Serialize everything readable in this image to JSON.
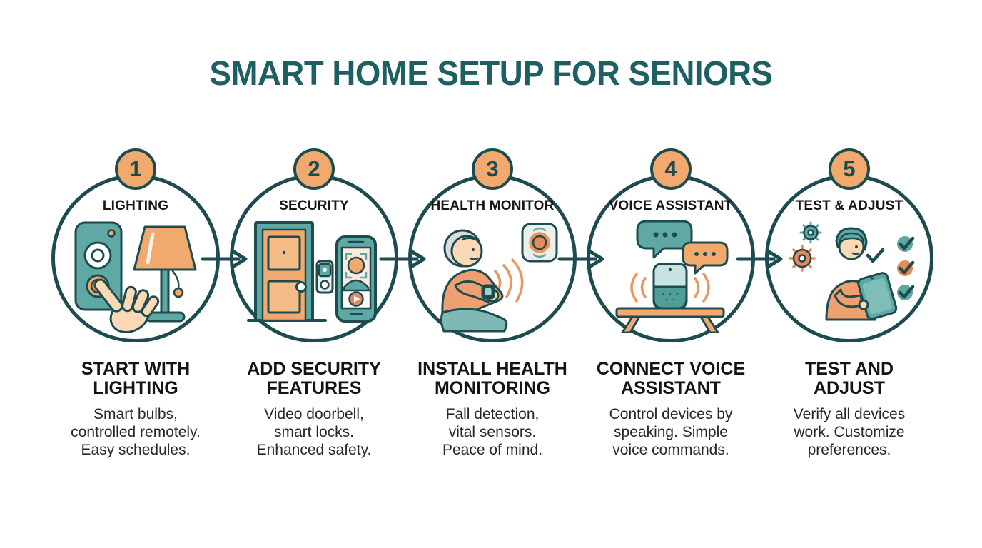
{
  "title": "SMART HOME SETUP FOR SENIORS",
  "colors": {
    "outline": "#1D4C50",
    "title": "#1E5F63",
    "tealMid": "#5FA8A4",
    "tealLight": "#C8E4E0",
    "orange": "#F2A96E",
    "orangeLight": "#F6BC88",
    "orangeDeep": "#E8895B",
    "skin": "#FBD9B7",
    "gray": "#EDEFEA",
    "hair": "#D8DCDA",
    "waves": "#E9975E",
    "text": "#161616",
    "textSoft": "#272727",
    "paper": "#FFFFFF"
  },
  "icons": {
    "step1": "lighting-icon",
    "step2": "security-icon",
    "step3": "health-monitor-icon",
    "step4": "voice-assistant-icon",
    "step5": "test-adjust-icon",
    "connector": "arrow-right-icon"
  },
  "steps": [
    {
      "number": "1",
      "label": "LIGHTING",
      "heading_lines": [
        "START WITH",
        "LIGHTING"
      ],
      "body_lines": [
        "Smart bulbs,",
        "controlled remotely.",
        "Easy schedules."
      ]
    },
    {
      "number": "2",
      "label": "SECURITY",
      "heading_lines": [
        "ADD SECURITY",
        "FEATURES"
      ],
      "body_lines": [
        "Video doorbell,",
        "smart locks.",
        "Enhanced safety."
      ]
    },
    {
      "number": "3",
      "label": "HEALTH MONITOR",
      "heading_lines": [
        "INSTALL HEALTH",
        "MONITORING"
      ],
      "body_lines": [
        "Fall detection,",
        "vital sensors.",
        "Peace of mind."
      ]
    },
    {
      "number": "4",
      "label": "VOICE ASSISTANT",
      "heading_lines": [
        "CONNECT VOICE",
        "ASSISTANT"
      ],
      "body_lines": [
        "Control devices by",
        "speaking. Simple",
        "voice commands."
      ]
    },
    {
      "number": "5",
      "label": "TEST & ADJUST",
      "heading_lines": [
        "TEST AND",
        "ADJUST"
      ],
      "body_lines": [
        "Verify all devices",
        "work. Customize",
        "preferences."
      ]
    }
  ]
}
